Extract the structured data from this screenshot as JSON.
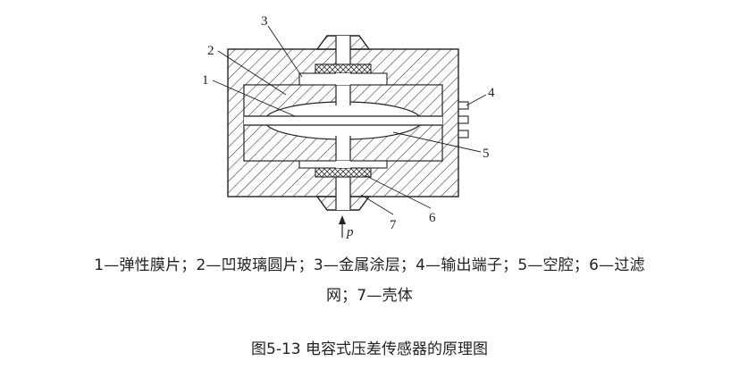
{
  "diagram": {
    "callouts": [
      "1",
      "2",
      "3",
      "4",
      "5",
      "6",
      "7"
    ],
    "pressure_symbol": "p"
  },
  "legend": {
    "line1": "1—弹性膜片；2—凹玻璃圆片；3—金属涂层；4—输出端子；5—空腔；6—过滤",
    "line2": "网；7—壳体"
  },
  "figure_title": "图5-13 电容式压差传感器的原理图"
}
